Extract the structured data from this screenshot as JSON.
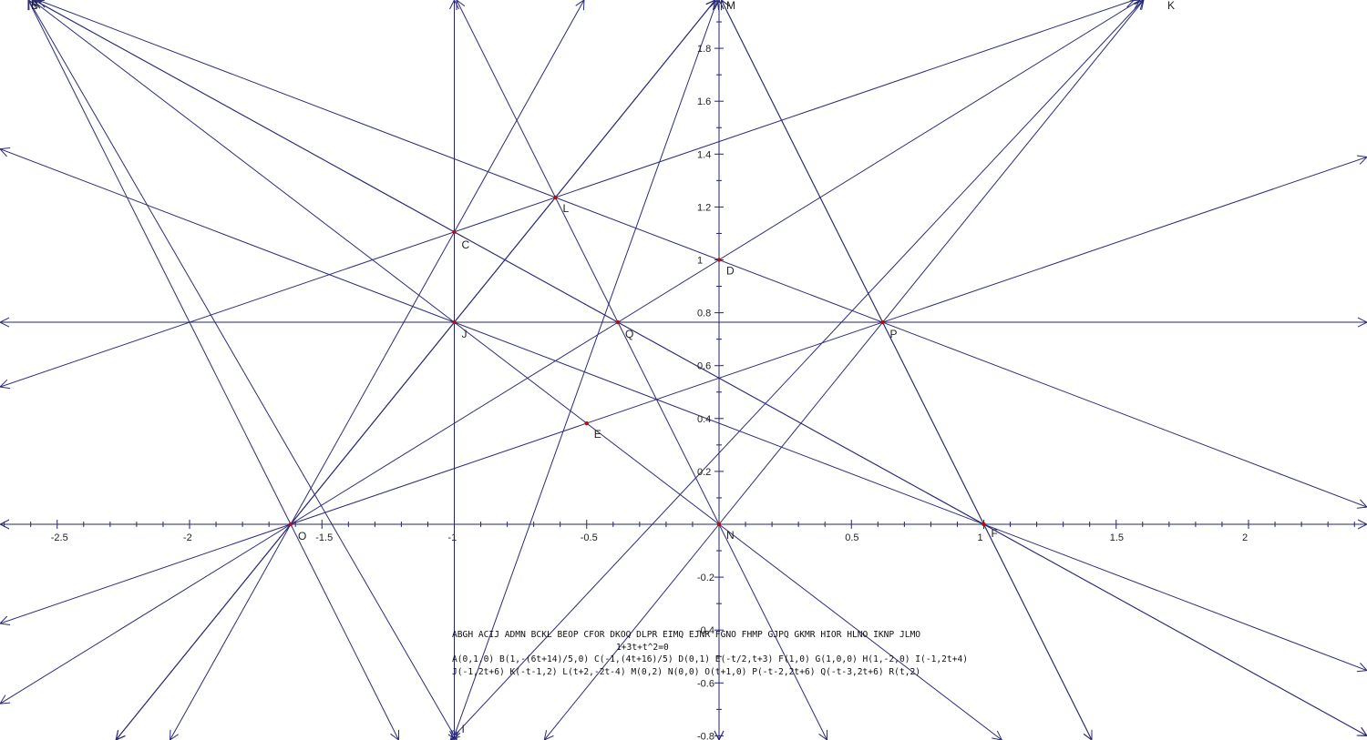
{
  "colors": {
    "line": "#2c2c78",
    "axis": "#24246e",
    "point": "#b01010",
    "background": "#ffffff"
  },
  "x_ticks": [
    "-2.5",
    "-2",
    "-1.5",
    "-1",
    "-0.5",
    "0.5",
    "1",
    "1.5",
    "2"
  ],
  "y_ticks": [
    "-0.8",
    "-0.6",
    "-0.4",
    "-0.2",
    "0.2",
    "0.4",
    "0.6",
    "0.8",
    "1",
    "1.2",
    "1.4",
    "1.6",
    "1.8"
  ],
  "points": {
    "C": [
      -1,
      1.1056
    ],
    "D": [
      0,
      1
    ],
    "E": [
      -0.5,
      0.382
    ],
    "F": [
      1,
      0
    ],
    "I": [
      -1,
      -0.8
    ],
    "J": [
      -1,
      0.764
    ],
    "K": [
      1.618,
      2
    ],
    "L": [
      -0.618,
      1.236
    ],
    "M": [
      0,
      2
    ],
    "N": [
      0,
      0
    ],
    "O": [
      -1.618,
      0
    ],
    "P": [
      0.618,
      0.764
    ],
    "Q": [
      -0.382,
      0.764
    ],
    "B": [
      -2.618,
      2
    ]
  },
  "caption": {
    "line1": "ABGH ACIJ ADMN BCKL BEOP CFOR DKOQ DLPR EIMQ EJNR FGNO FHMP GJPQ GKMR HIOR HLNO IKNP JLMO",
    "line2": "1+3t+t^2=0",
    "line3": "A(0,1,0) B(1,-(6t+14)/5,0) C(-1,(4t+16)/5) D(0,1) E(-t/2,t+3) F(1,0) G(1,0,0) H(1,-2,0) I(-1,2t+4)",
    "line4": "J(-1,2t+6) K(-t-1,2) L(t+2,-2t-4) M(0,2) N(0,0) O(t+1,0) P(-t-2,2t+6) Q(-t-3,2t+6) R(t,2)"
  }
}
